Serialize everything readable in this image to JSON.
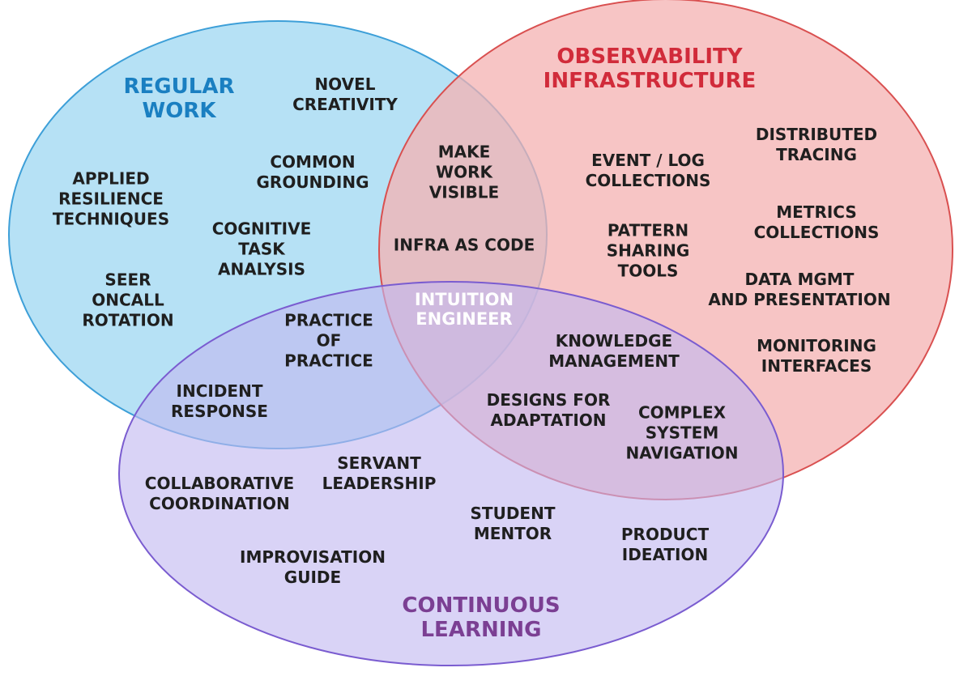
{
  "sets": [
    {
      "id": "regular",
      "title": [
        "REGULAR",
        "WORK"
      ],
      "fill": "#a9dcf3",
      "stroke": "#3d9fd8",
      "title_color": "#1a7fc1"
    },
    {
      "id": "observability",
      "title": [
        "OBSERVABILITY",
        "INFRASTRUCTURE"
      ],
      "fill": "#f4b2b2",
      "stroke": "#d95050",
      "title_color": "#d12b3a"
    },
    {
      "id": "learning",
      "title": [
        "CONTINUOUS",
        "LEARNING"
      ],
      "fill": "#c1b8f0",
      "stroke": "#7a5cd0",
      "title_color": "#7b3f93"
    }
  ],
  "center": {
    "lines": [
      "INTUITION",
      "ENGINEER"
    ],
    "color": "#ffffff"
  },
  "items": {
    "novel_creativity": [
      "NOVEL",
      "CREATIVITY"
    ],
    "applied_resilience": [
      "APPLIED",
      "RESILIENCE",
      "TECHNIQUES"
    ],
    "common_grounding": [
      "COMMON",
      "GROUNDING"
    ],
    "cognitive_task": [
      "COGNITIVE",
      "TASK",
      "ANALYSIS"
    ],
    "seer_oncall": [
      "SEER",
      "ONCALL",
      "ROTATION"
    ],
    "make_work_visible": [
      "MAKE",
      "WORK",
      "VISIBLE"
    ],
    "infra_as_code": [
      "INFRA AS CODE"
    ],
    "event_log": [
      "EVENT / LOG",
      "COLLECTIONS"
    ],
    "distributed_tracing": [
      "DISTRIBUTED",
      "TRACING"
    ],
    "pattern_sharing": [
      "PATTERN",
      "SHARING",
      "TOOLS"
    ],
    "metrics_collections": [
      "METRICS",
      "COLLECTIONS"
    ],
    "data_mgmt": [
      "DATA MGMT",
      "AND PRESENTATION"
    ],
    "monitoring_interfaces": [
      "MONITORING",
      "INTERFACES"
    ],
    "practice_of_practice": [
      "PRACTICE",
      "OF",
      "PRACTICE"
    ],
    "incident_response": [
      "INCIDENT",
      "RESPONSE"
    ],
    "knowledge_management": [
      "KNOWLEDGE",
      "MANAGEMENT"
    ],
    "designs_for_adaptation": [
      "DESIGNS FOR",
      "ADAPTATION"
    ],
    "complex_system": [
      "COMPLEX",
      "SYSTEM",
      "NAVIGATION"
    ],
    "collaborative_coordination": [
      "COLLABORATIVE",
      "COORDINATION"
    ],
    "servant_leadership": [
      "SERVANT",
      "LEADERSHIP"
    ],
    "student_mentor": [
      "STUDENT",
      "MENTOR"
    ],
    "product_ideation": [
      "PRODUCT",
      "IDEATION"
    ],
    "improvisation_guide": [
      "IMPROVISATION",
      "GUIDE"
    ]
  }
}
